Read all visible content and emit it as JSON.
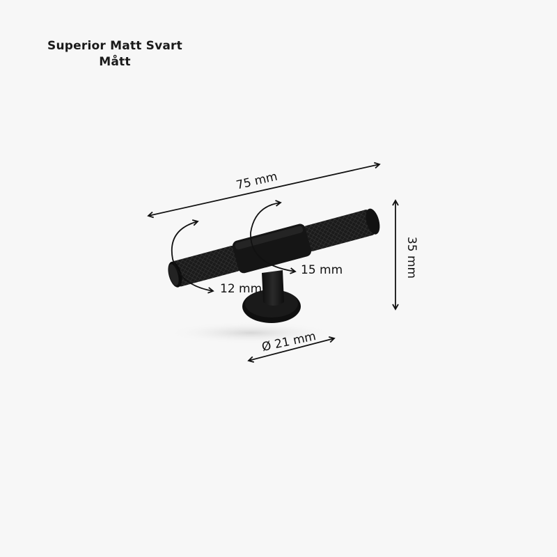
{
  "header": {
    "product_name": "Superior Matt Svart",
    "subtitle": "Mått"
  },
  "dimensions": {
    "length": "75 mm",
    "height": "35 mm",
    "end_diameter": "12 mm",
    "center_diameter": "15 mm",
    "base_diameter": "Ø 21 mm"
  },
  "colors": {
    "background": "#f7f7f7",
    "product": "#141414",
    "annotation": "#111111"
  }
}
